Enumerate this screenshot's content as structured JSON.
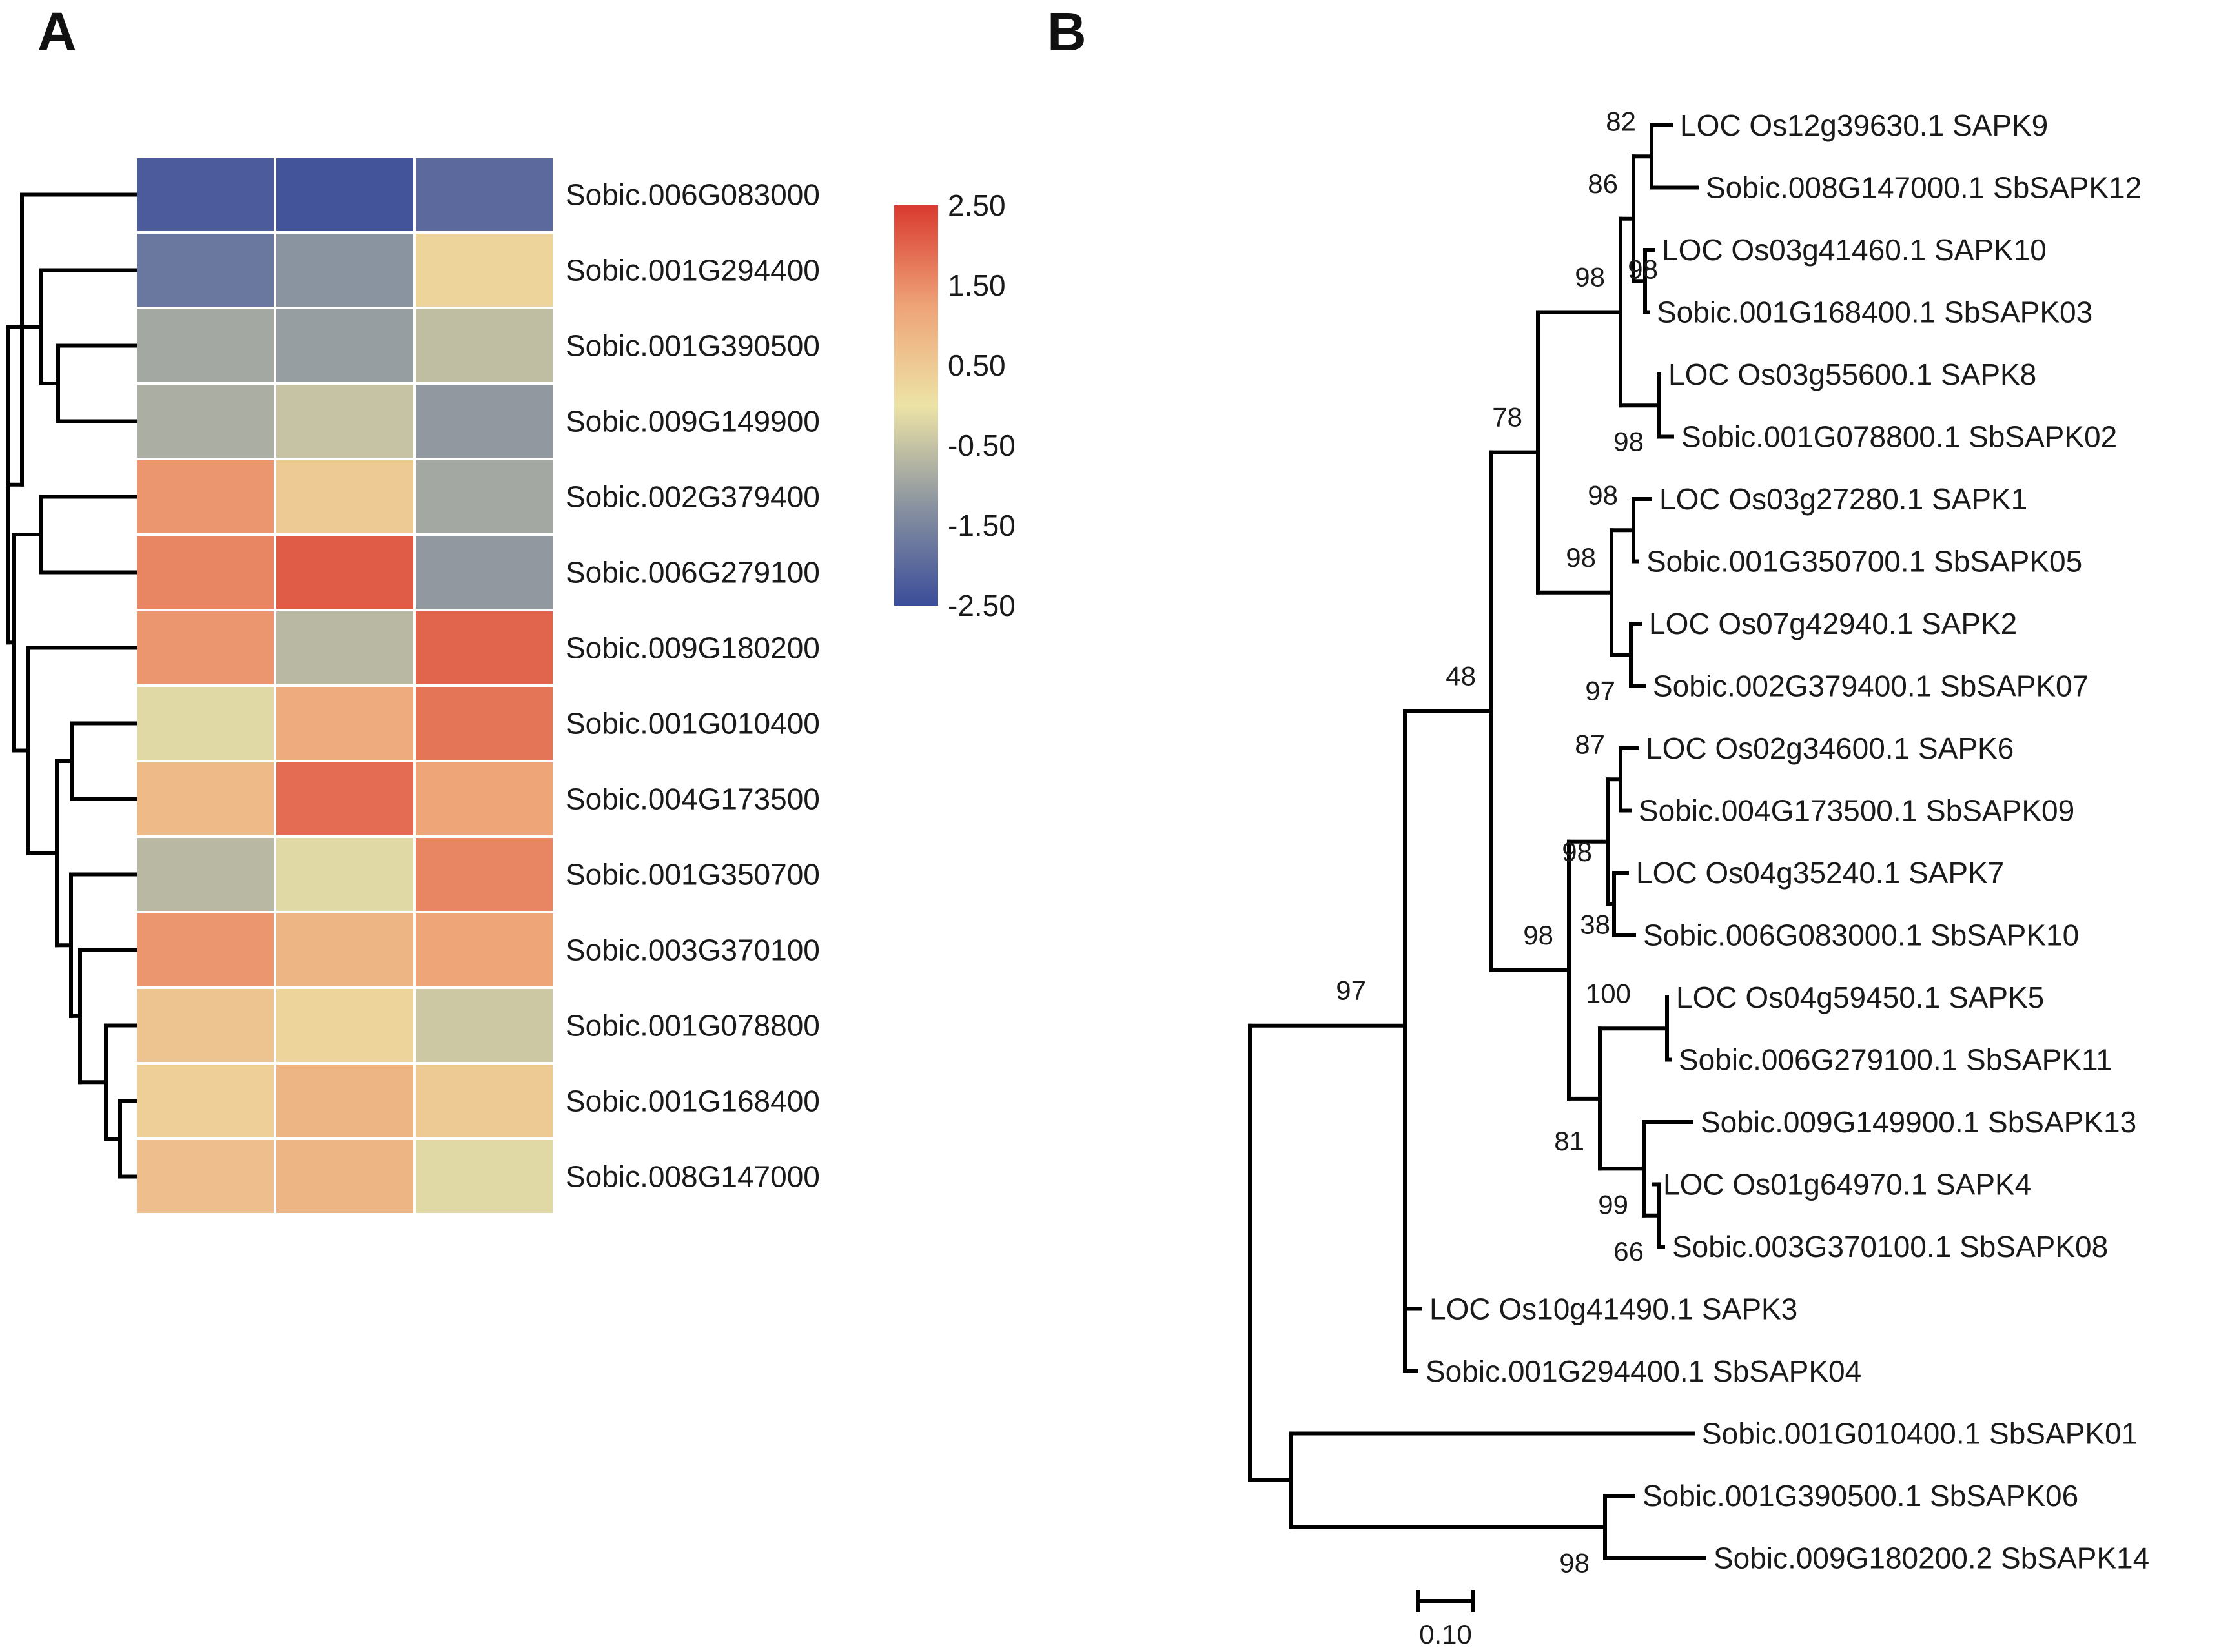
{
  "panels": {
    "a": "A",
    "b": "B"
  },
  "chart_data": [
    {
      "type": "heatmap",
      "rows": [
        "Sobic.006G083000",
        "Sobic.001G294400",
        "Sobic.001G390500",
        "Sobic.009G149900",
        "Sobic.002G379400",
        "Sobic.006G279100",
        "Sobic.009G180200",
        "Sobic.001G010400",
        "Sobic.004G173500",
        "Sobic.001G350700",
        "Sobic.003G370100",
        "Sobic.001G078800",
        "Sobic.001G168400",
        "Sobic.008G147000"
      ],
      "columns_labeled": false,
      "values": [
        [
          -2.3,
          -2.4,
          -2.1
        ],
        [
          -1.9,
          -1.5,
          0.3
        ],
        [
          -1.1,
          -1.3,
          -0.7
        ],
        [
          -1.0,
          -0.6,
          -1.4
        ],
        [
          1.4,
          0.5,
          -1.1
        ],
        [
          1.6,
          2.1,
          -1.4
        ],
        [
          1.4,
          -0.8,
          2.0
        ],
        [
          -0.2,
          1.1,
          1.8
        ],
        [
          0.8,
          1.9,
          1.2
        ],
        [
          -0.8,
          -0.2,
          1.6
        ],
        [
          1.4,
          0.9,
          1.2
        ],
        [
          0.6,
          0.3,
          -0.5
        ],
        [
          0.4,
          0.9,
          0.5
        ],
        [
          0.7,
          0.9,
          -0.2
        ]
      ],
      "colorbar": {
        "min": -2.5,
        "max": 2.5,
        "ticks": [
          "2.50",
          "1.50",
          "0.50",
          "-0.50",
          "-1.50",
          "-2.50"
        ],
        "colors": {
          "low": "#3b4d9a",
          "mid_low": "#8a93a0",
          "mid": "#ede3a6",
          "mid_high": "#eea377",
          "high": "#d93a2f"
        }
      },
      "row_dendrogram": true,
      "grid": false
    },
    {
      "type": "phylogenetic-tree",
      "leaves": [
        "LOC Os12g39630.1 SAPK9",
        "Sobic.008G147000.1 SbSAPK12",
        "LOC Os03g41460.1 SAPK10",
        "Sobic.001G168400.1 SbSAPK03",
        "LOC Os03g55600.1 SAPK8",
        "Sobic.001G078800.1 SbSAPK02",
        "LOC Os03g27280.1 SAPK1",
        "Sobic.001G350700.1  SbSAPK05",
        "LOC Os07g42940.1 SAPK2",
        "Sobic.002G379400.1 SbSAPK07",
        "LOC Os02g34600.1 SAPK6",
        "Sobic.004G173500.1  SbSAPK09",
        "LOC Os04g35240.1 SAPK7",
        "Sobic.006G083000.1 SbSAPK10",
        "LOC Os04g59450.1  SAPK5",
        "Sobic.006G279100.1  SbSAPK11",
        "Sobic.009G149900.1  SbSAPK13",
        "LOC Os01g64970.1 SAPK4",
        "Sobic.003G370100.1   SbSAPK08",
        "LOC Os10g41490.1 SAPK3",
        "Sobic.001G294400.1 SbSAPK04",
        "Sobic.001G010400.1 SbSAPK01",
        "Sobic.001G390500.1 SbSAPK06",
        "Sobic.009G180200.2 SbSAPK14"
      ],
      "bootstrap_values": [
        "82",
        "86",
        "98",
        "98",
        "98",
        "78",
        "98",
        "98",
        "97",
        "48",
        "87",
        "98",
        "38",
        "98",
        "100",
        "97",
        "81",
        "99",
        "66",
        "98"
      ],
      "scale_bar": "0.10"
    }
  ]
}
